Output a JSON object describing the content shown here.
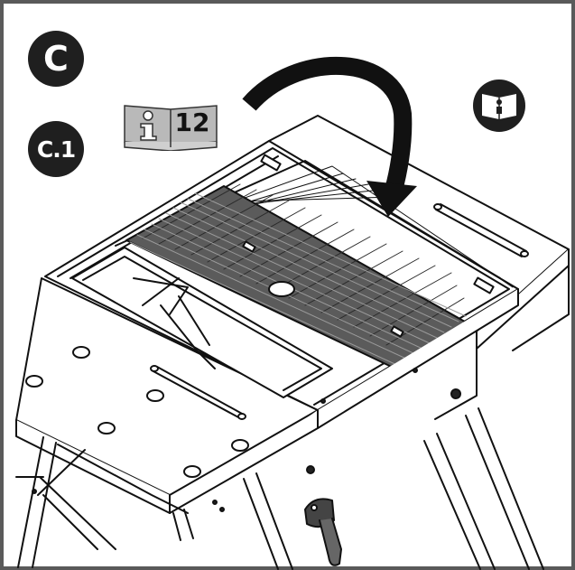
{
  "step": {
    "main_label": "C",
    "sub_label": "C.1"
  },
  "reference": {
    "page_number": "12",
    "icon": "info-book-icon"
  },
  "manual_icon": "read-manual-icon",
  "illustration": "workbench-assembly-illustration",
  "colors": {
    "badge": "#1f1f1f",
    "book_fill": "#b9b9b9",
    "line": "#111111",
    "frame": "#5a5a5a"
  }
}
